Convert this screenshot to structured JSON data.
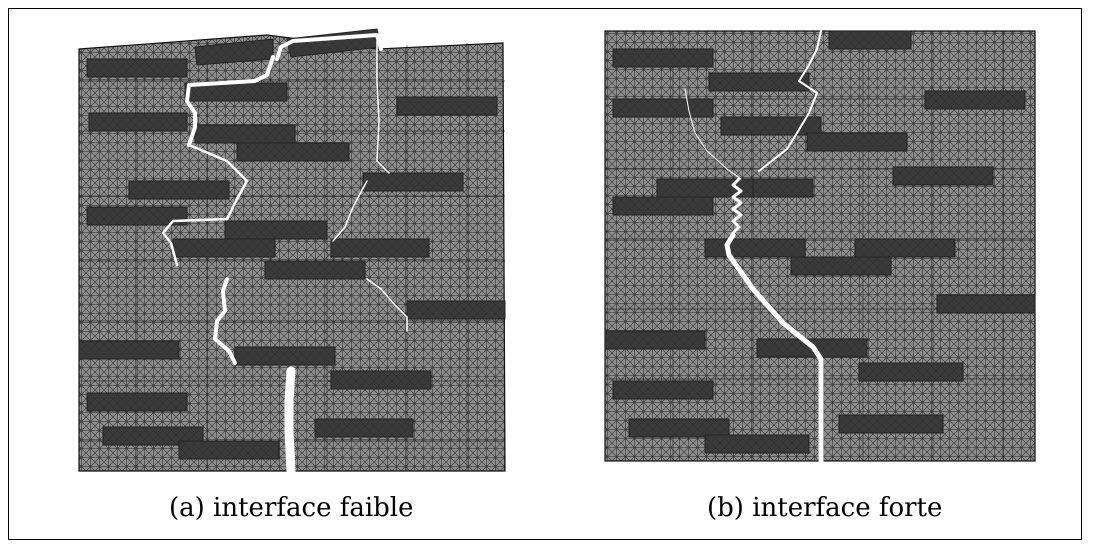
{
  "figure": {
    "panels": [
      {
        "id": "a",
        "caption": "(a) interface faible"
      },
      {
        "id": "b",
        "caption": "(b) interface forte"
      }
    ],
    "colors": {
      "matrix": "#8c8c8c",
      "inclusion": "#3a3a3a",
      "mesh_line": "#1f1f1f",
      "crack": "#ffffff"
    }
  }
}
